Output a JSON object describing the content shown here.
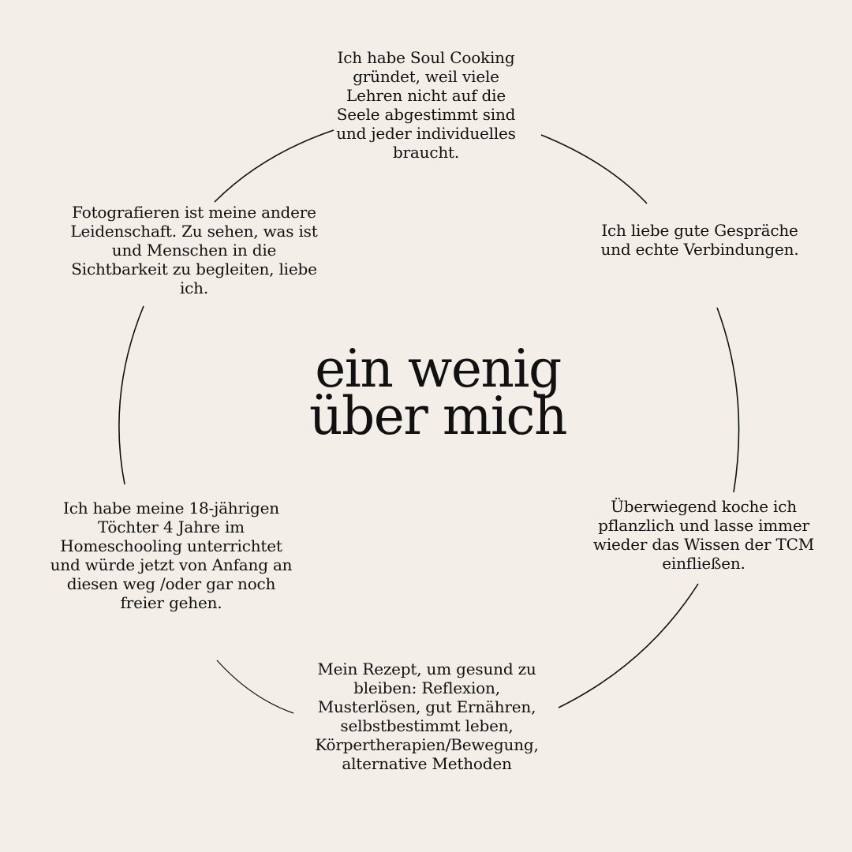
{
  "title": "ein wenig\nüber mich",
  "colors": {
    "background": "#f3eee8",
    "text": "#111111",
    "ring": "#111111"
  },
  "notes": [
    {
      "id": "soul-cooking",
      "text": "Ich habe Soul Cooking\ngründet, weil viele\nLehren nicht auf die\nSeele abgestimmt sind\nund jeder individuelles\nbraucht."
    },
    {
      "id": "gespraeche",
      "text": "Ich liebe gute Gespräche\nund echte Verbindungen."
    },
    {
      "id": "pflanzlich",
      "text": "Überwiegend koche ich\npflanzlich und lasse immer\nwieder das Wissen der TCM\neinfließen."
    },
    {
      "id": "rezept",
      "text": "Mein Rezept, um gesund zu\nbleiben: Reflexion,\nMusterlösen, gut Ernähren,\nselbstbestimmt leben,\nKörpertherapien/Bewegung,\nalternative Methoden"
    },
    {
      "id": "homeschooling",
      "text": "Ich habe meine 18-jährigen\nTöchter 4 Jahre im\nHomeschooling unterrichtet\nund würde jetzt von Anfang an\ndiesen weg /oder gar noch\nfreier gehen."
    },
    {
      "id": "fotografieren",
      "text": "Fotografieren ist meine andere\nLeidenschaft. Zu sehen, was ist\nund Menschen in die\nSichtbarkeit zu begleiten, liebe\nich."
    }
  ]
}
